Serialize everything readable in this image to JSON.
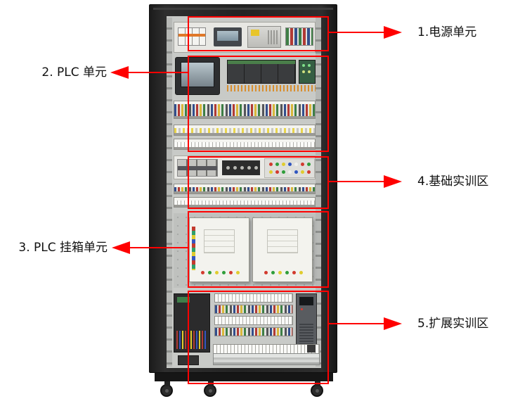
{
  "annotations": {
    "color": "#ff0000",
    "callouts": [
      {
        "label": "1.电源单元",
        "side": "right"
      },
      {
        "label": "2. PLC 单元",
        "side": "left"
      },
      {
        "label": "3. PLC 挂箱单元",
        "side": "left"
      },
      {
        "label": "4.基础实训区",
        "side": "right"
      },
      {
        "label": "5.扩展实训区",
        "side": "right"
      }
    ]
  }
}
